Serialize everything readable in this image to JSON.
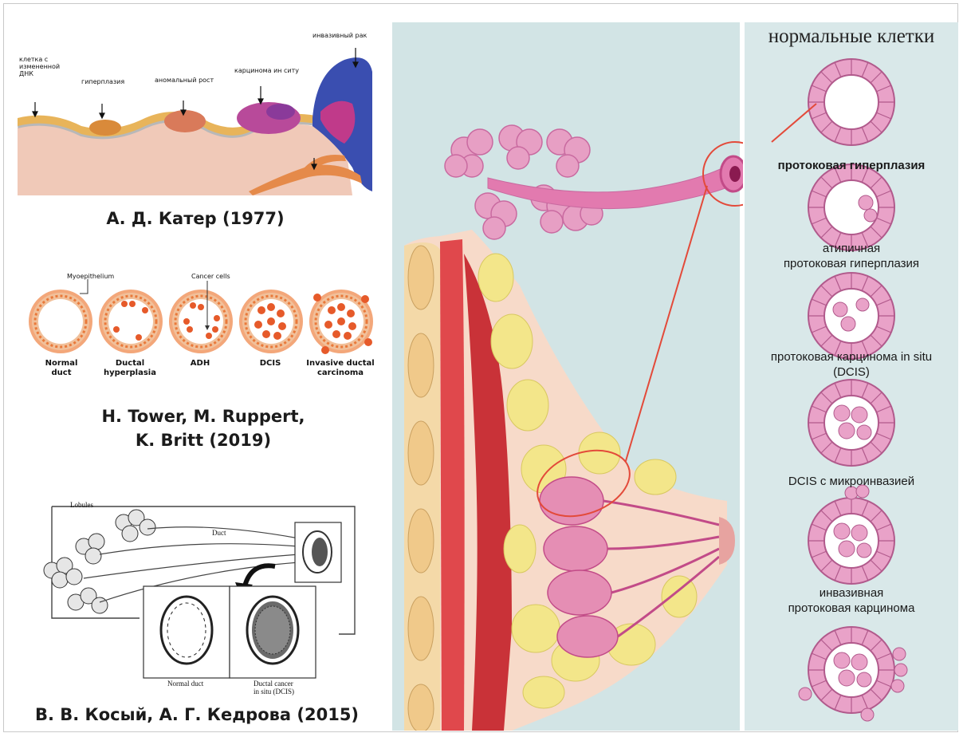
{
  "panel_a": {
    "labels": {
      "mutated_cell": "клетка с\nизмененной ДНК",
      "hyperplasia": "гиперплазия",
      "abnormal_growth": "аномальный рост",
      "carcinoma_in_situ": "карцинома ин ситу",
      "invasive_cancer": "инвазивный рак"
    },
    "caption": "А. Д. Катер (1977)"
  },
  "panel_b": {
    "labels": {
      "myoepithelium": "Myoepithelium",
      "cancer_cells": "Cancer cells",
      "normal_duct": "Normal\nduct",
      "ductal_hyperplasia": "Ductal\nhyperplasia",
      "adh": "ADH",
      "dcis": "DCIS",
      "invasive_ductal": "Invasive ductal\ncarcinoma"
    },
    "caption_line1": "H. Tower, M. Ruppert,",
    "caption_line2": "K. Britt (2019)"
  },
  "panel_c": {
    "labels": {
      "lobules": "Lobules",
      "duct": "Duct",
      "normal_duct": "Normal duct",
      "ductal_cancer": "Ductal cancer\nin situ (DCIS)"
    },
    "caption": "В. В. Косый, А. Г. Кедрова (2015)"
  },
  "panel_right": {
    "title": "нормальные клетки",
    "stages": {
      "hyperplasia": "протоковая гиперплазия",
      "atypical": "атипичная\nпротоковая гиперплазия",
      "dcis": "протоковая карцинома in situ\n(DCIS)",
      "microinvasion": "DCIS с микроинвазией",
      "invasive": "инвазивная\nпротоковая карцинома"
    }
  },
  "colors": {
    "teal_bg": "#cfe2e3",
    "muscle_red": "#e0484c",
    "fat_yellow": "#f3e68a",
    "gland_pink": "#e58eb4",
    "cell_pink": "#e9a2c8",
    "accent_red": "#e34a3a"
  }
}
